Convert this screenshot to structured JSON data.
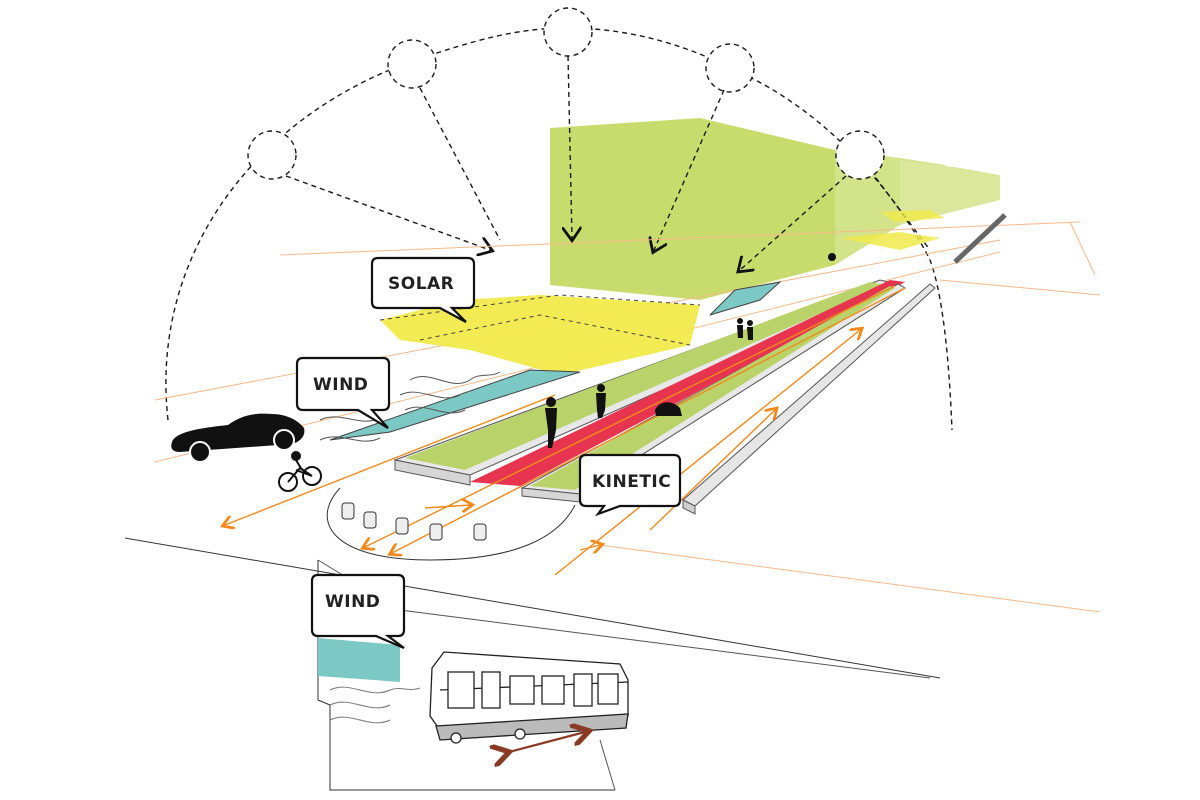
{
  "labels": {
    "solar": "SOLAR",
    "wind_street": "WIND",
    "kinetic": "KINETIC",
    "wind_subway": "WIND"
  },
  "colors": {
    "solar_yellow": "#f1ea4a",
    "green_building": "#c8dc6e",
    "planter_green": "#b9d36a",
    "kinetic_red": "#e8354f",
    "wind_teal": "#7cc8c4",
    "arrow_orange": "#f08a1c",
    "train_arrow_brown": "#8a3b26",
    "ink": "#1a1a1a"
  },
  "icons": [
    "sun-path-icon",
    "car-icon",
    "cyclist-icon",
    "pedestrian-icon",
    "subway-train-icon",
    "wind-swirl-icon"
  ]
}
